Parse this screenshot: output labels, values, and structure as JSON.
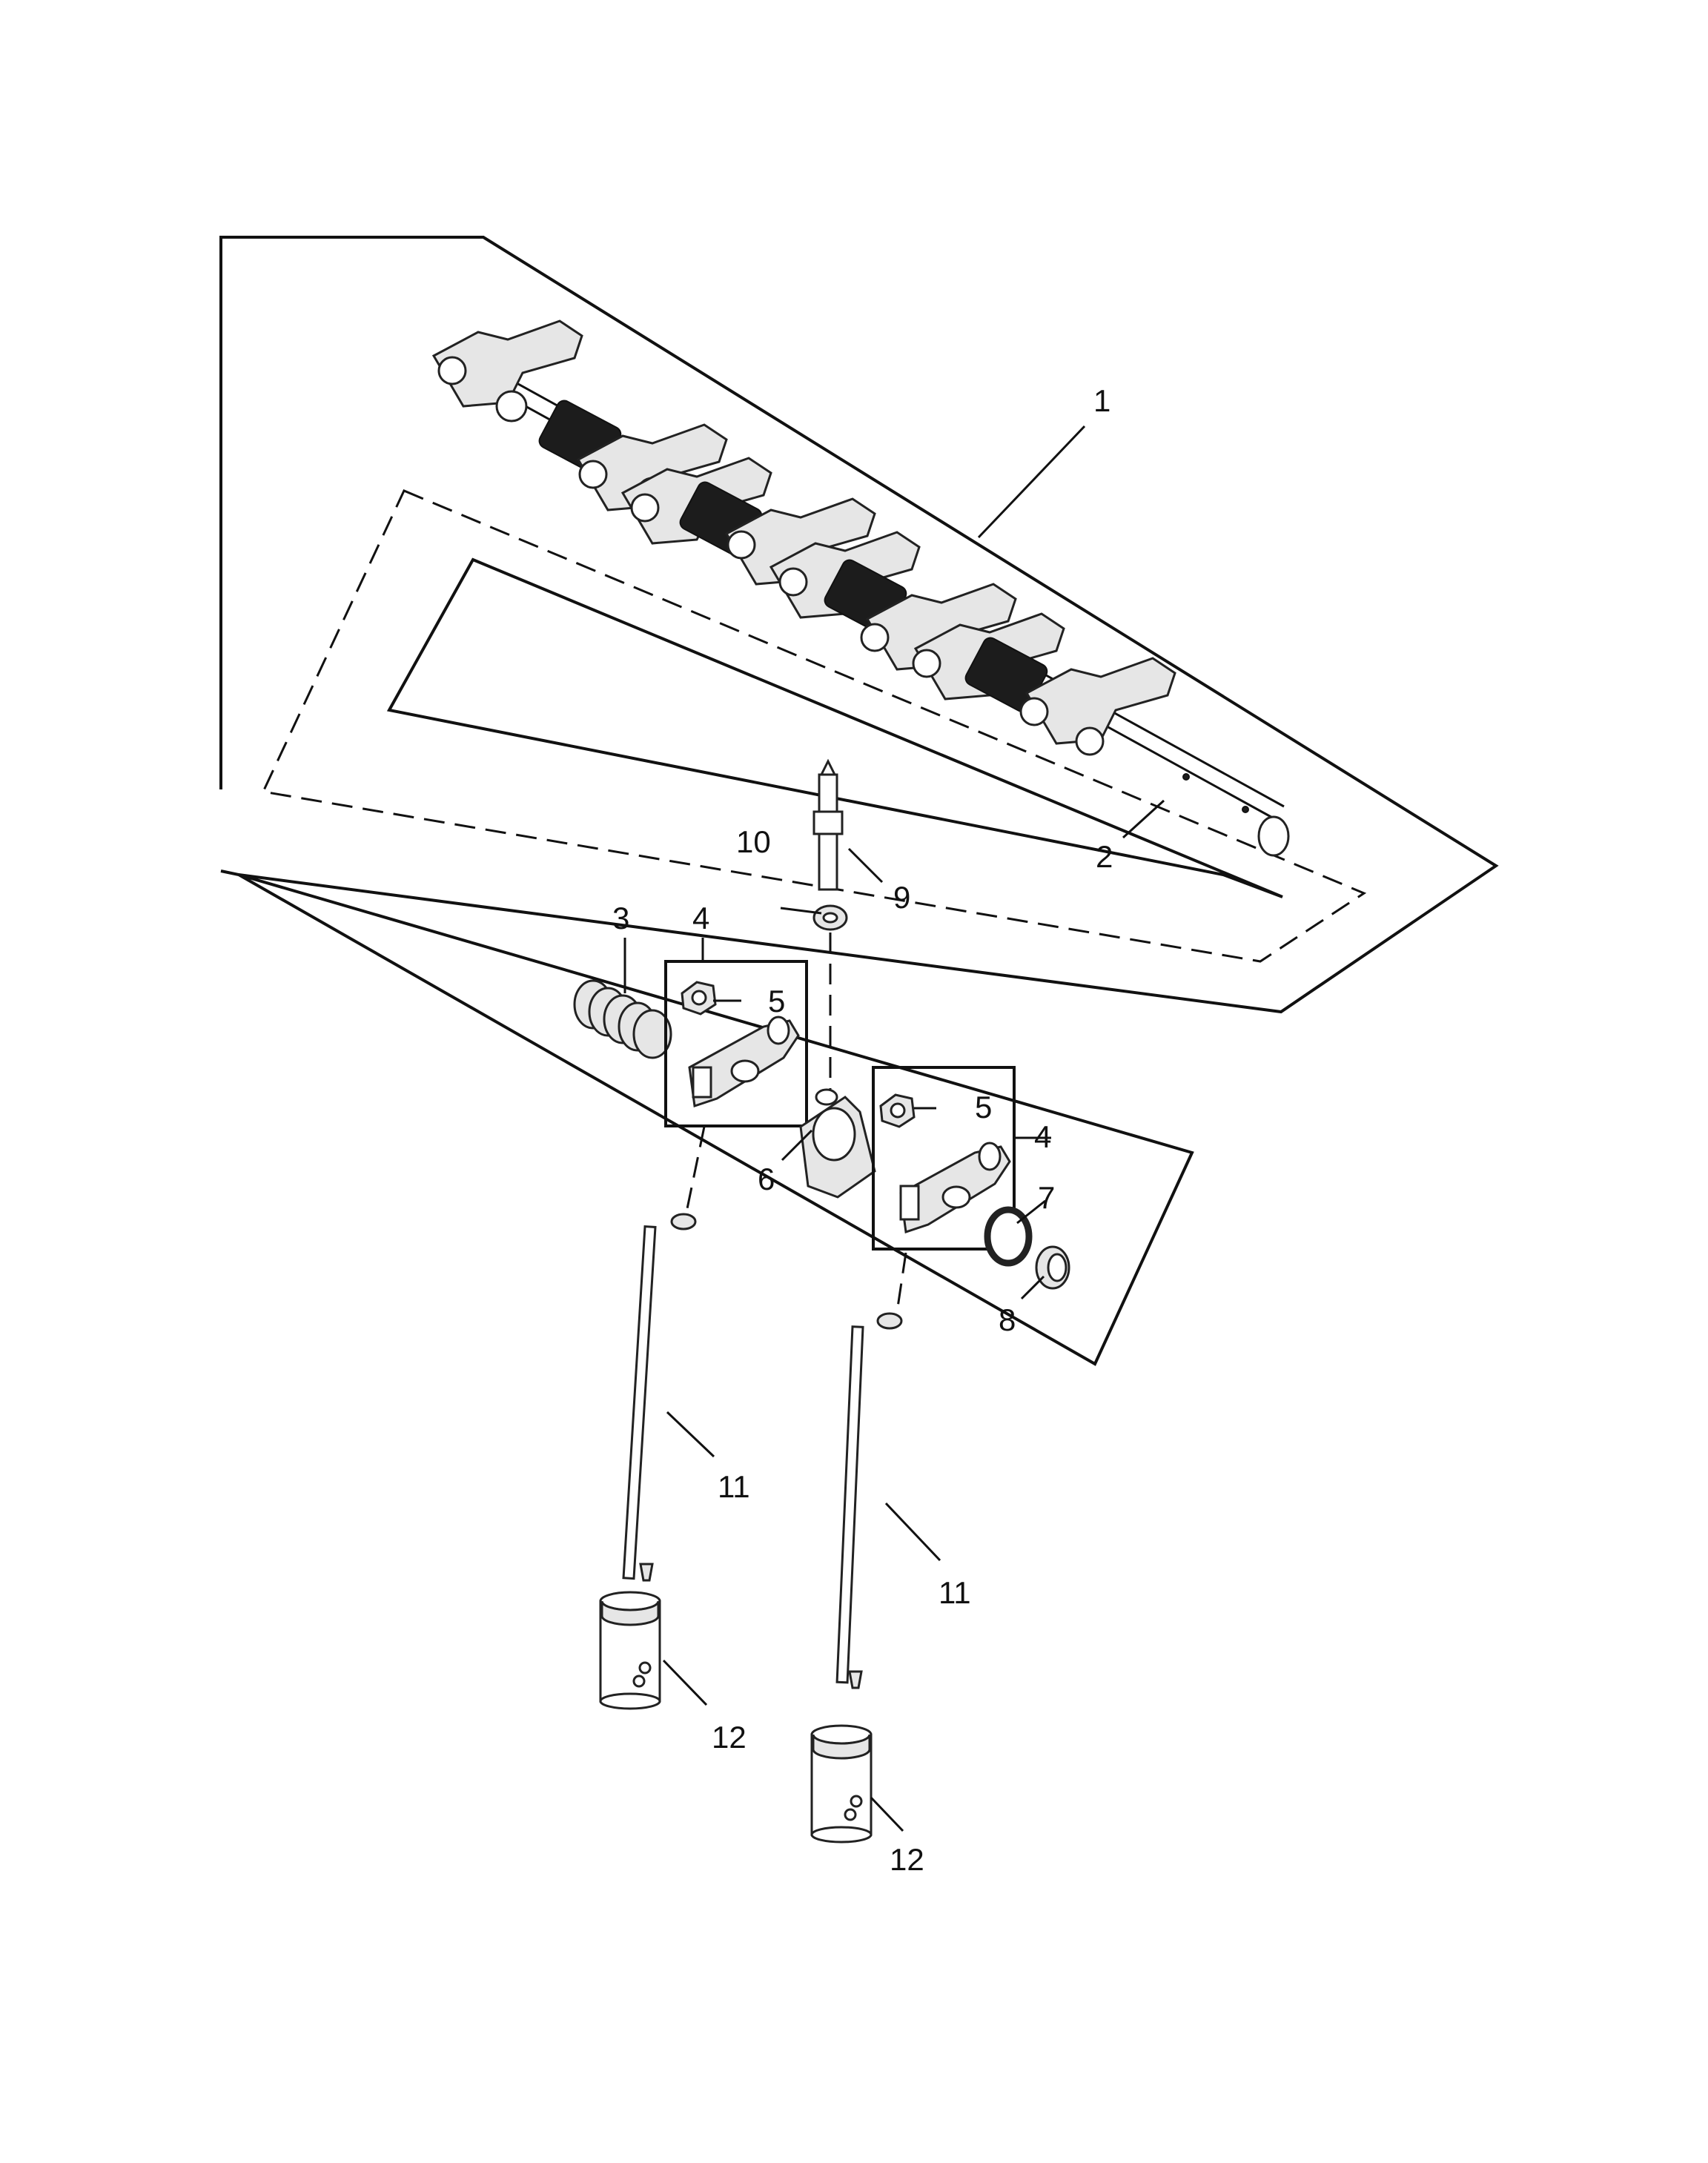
{
  "callouts": [
    {
      "id": "1",
      "text": "1"
    },
    {
      "id": "2",
      "text": "2"
    },
    {
      "id": "3",
      "text": "3"
    },
    {
      "id": "4a",
      "text": "4"
    },
    {
      "id": "4b",
      "text": "4"
    },
    {
      "id": "5a",
      "text": "5"
    },
    {
      "id": "5b",
      "text": "5"
    },
    {
      "id": "6",
      "text": "6"
    },
    {
      "id": "7",
      "text": "7"
    },
    {
      "id": "8",
      "text": "8"
    },
    {
      "id": "9",
      "text": "9"
    },
    {
      "id": "10",
      "text": "10"
    },
    {
      "id": "11a",
      "text": "11"
    },
    {
      "id": "11b",
      "text": "11"
    },
    {
      "id": "12a",
      "text": "12"
    },
    {
      "id": "12b",
      "text": "12"
    }
  ]
}
